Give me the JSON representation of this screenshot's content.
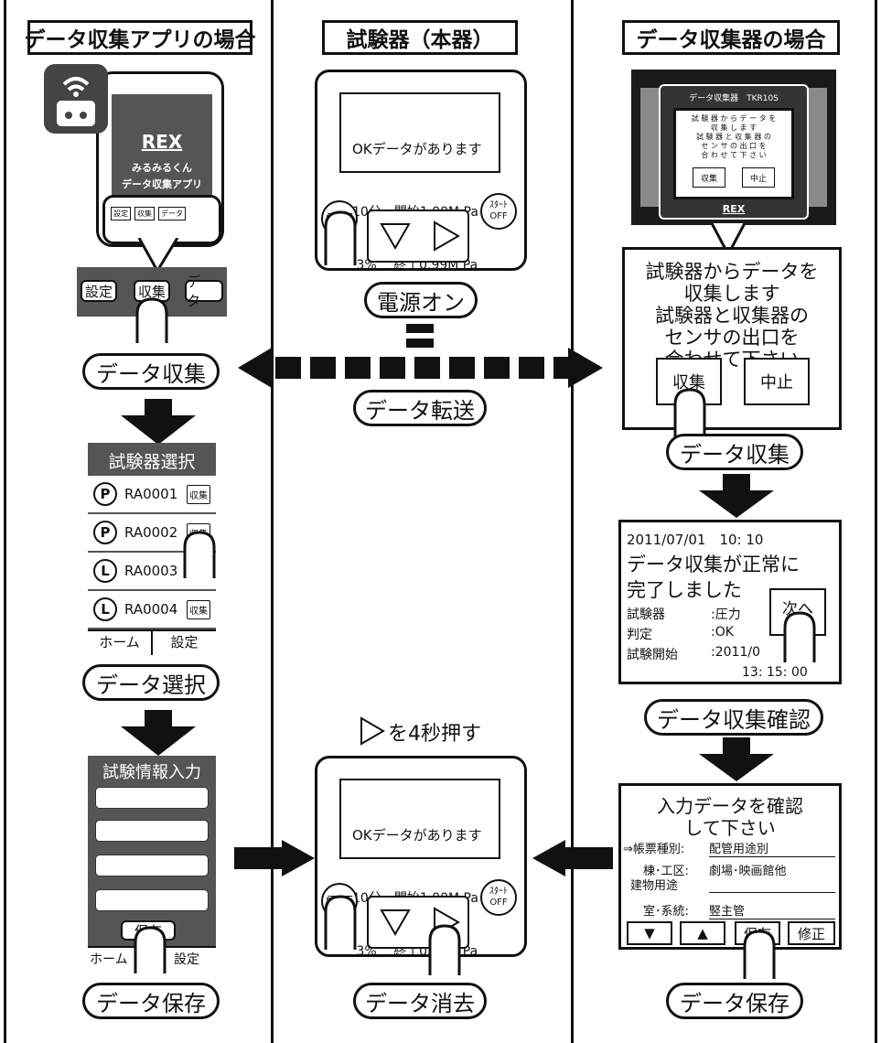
{
  "headers": {
    "left": "データ収集アプリの場合",
    "center": "試験器（本器）",
    "right": "データ収集器の場合"
  },
  "left": {
    "phone": {
      "brand": "REX",
      "app_line1": "みるみるくん",
      "app_line2": "データ収集アプリ",
      "mini_buttons": [
        "設定",
        "収集",
        "データ"
      ]
    },
    "zoom_buttons": [
      "設定",
      "収集",
      "データ"
    ],
    "pill_collect": "データ収集",
    "select_screen": {
      "title": "試験器選択",
      "rows": [
        {
          "badge": "P",
          "id": "RA0001",
          "btn": "収集"
        },
        {
          "badge": "P",
          "id": "RA0002",
          "btn": "収集"
        },
        {
          "badge": "L",
          "id": "RA0003",
          "btn": "収集"
        },
        {
          "badge": "L",
          "id": "RA0004",
          "btn": "収集"
        }
      ],
      "footer": [
        "ホーム",
        "設定"
      ]
    },
    "pill_select": "データ選択",
    "input_screen": {
      "title": "試験情報入力",
      "save": "保存",
      "footer_home": "ホーム",
      "footer_settings": "設定"
    },
    "pill_save": "データ保存"
  },
  "center": {
    "device_top": {
      "lcd_line1": "OKデータがあります",
      "lcd_line2": "10分　開始1.00M Pa",
      "lcd_line3": " 3%　 終了0.99M Pa",
      "power": "電源",
      "start_line1": "ｽﾀｰﾄ",
      "start_line2": "OFF"
    },
    "pill_power": "電源オン",
    "pill_transfer": "データ転送",
    "hold_instruction": "を4秒押す",
    "device_bottom": {
      "lcd_line1": "OKデータがあります",
      "lcd_line2": "10分　開始1.00M Pa",
      "lcd_line3": " 3%　 終了0.99M Pa",
      "power": "電源",
      "start_line1": "ｽﾀｰﾄ",
      "start_line2": "OFF"
    },
    "pill_erase": "データ消去"
  },
  "right": {
    "collector": {
      "model": "データ収集器　TKR10S",
      "small_text": "試 験 器 か ら デ ー タ を\n収 集 し ま す\n試 験 器 と 収 集 器 の\nセ ン サ の 出 口 を\n合 わ せ て 下 さ い",
      "btn_collect": "収集",
      "btn_cancel": "中止",
      "brand": "REX"
    },
    "zoom": {
      "line1": "試験器からデータを",
      "line2": "収集します",
      "line3": "試験器と収集器の",
      "line4": "センサの出口を",
      "line5": "合わせて下さい",
      "btn_collect": "収集",
      "btn_cancel": "中止"
    },
    "pill_collect": "データ収集",
    "confirm": {
      "datetime": "2011/07/01　10: 10",
      "msg1": "データ収集が正常に",
      "msg2": "完了しました",
      "k1": "試験器",
      "v1": ":圧力",
      "k2": "判定",
      "v2": ":OK",
      "k3": "試験開始",
      "v3": ":2011/0",
      "time": "13: 15: 00",
      "next": "次へ"
    },
    "pill_confirm": "データ収集確認",
    "input_confirm": {
      "title1": "入力データを確認",
      "title2": "して下さい",
      "r1k": "⇒帳票種別:",
      "r1v": "配管用途別",
      "r2k": "棟･工区:",
      "r2k2": "建物用途",
      "r2v": "劇場･映画館他",
      "r3k": "室･系統:",
      "r3v": "竪主管",
      "b_down": "▼",
      "b_up": "▲",
      "b_save": "保存",
      "b_fix": "修正"
    },
    "pill_save": "データ保存"
  },
  "colors": {
    "ink": "#111111",
    "screen_gray": "#555555",
    "collector_dark": "#1a1a1a",
    "collector_mid": "#8a8a8a"
  }
}
